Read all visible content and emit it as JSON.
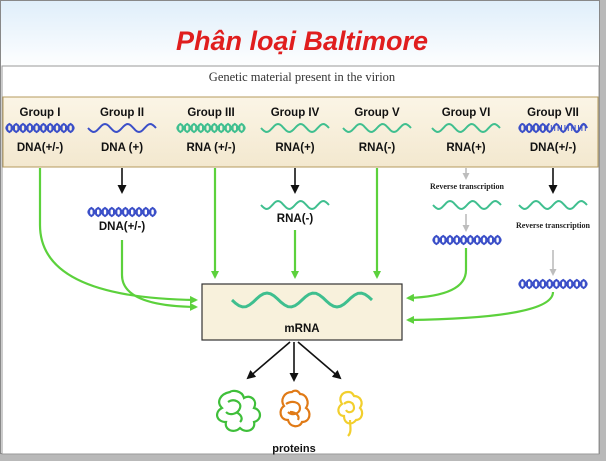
{
  "title": "Phân loại Baltimore",
  "subtitle": "Genetic material present in the virion",
  "colors": {
    "title": "#e01e1e",
    "header_band": "#f8efd9",
    "box_fill": "#f8f1dc",
    "green_arrow": "#5cd13c",
    "dna_blue": "#3b4fc8",
    "rna_green": "#3fbf8f"
  },
  "groups": [
    {
      "name": "Group I",
      "material": "DNA(+/-)",
      "strand": "double-dna"
    },
    {
      "name": "Group II",
      "material": "DNA (+)",
      "strand": "single-dna"
    },
    {
      "name": "Group III",
      "material": "RNA (+/-)",
      "strand": "double-rna"
    },
    {
      "name": "Group IV",
      "material": "RNA(+)",
      "strand": "single-rna"
    },
    {
      "name": "Group V",
      "material": "RNA(-)",
      "strand": "single-rna"
    },
    {
      "name": "Group VI",
      "material": "RNA(+)",
      "strand": "single-rna"
    },
    {
      "name": "Group VII",
      "material": "DNA(+/-)",
      "strand": "double-dna-gapped"
    }
  ],
  "intermediates": {
    "group2": "DNA(+/-)",
    "group4": "RNA(-)",
    "group6_rt": "Reverse transcription",
    "group7_rt": "Reverse transcription"
  },
  "center": {
    "label": "mRNA"
  },
  "output": {
    "label": "proteins"
  }
}
